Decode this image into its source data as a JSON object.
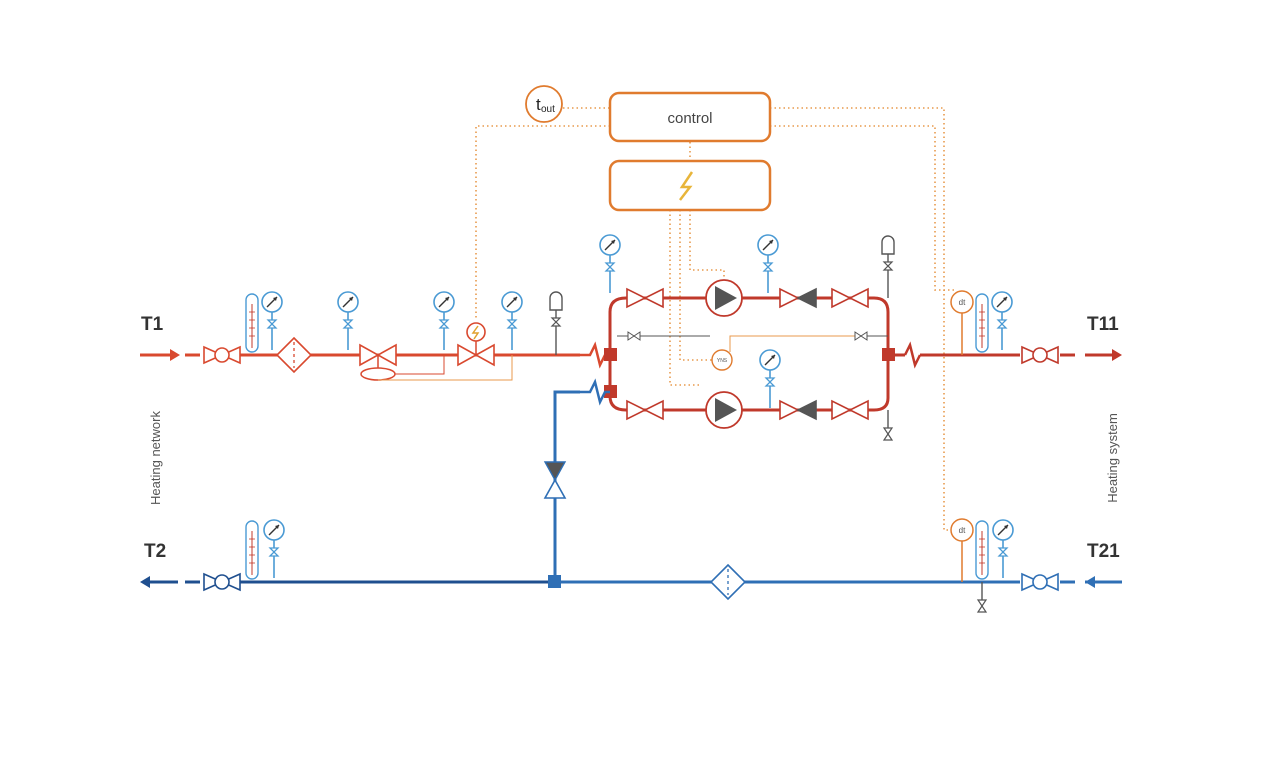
{
  "labels": {
    "t1": "T1",
    "t11": "T11",
    "t2": "T2",
    "t21": "T21",
    "network": "Heating network",
    "system": "Heating system",
    "control": "control",
    "tout_main": "t",
    "tout_sub": "out",
    "dt": "dt",
    "yns": "YNS"
  },
  "colors": {
    "supply_dark": "#c0392b",
    "supply": "#d9492f",
    "return": "#2f6fb5",
    "return_dark": "#1f4f8f",
    "control": "#e07b2e",
    "signal": "#e89a4c",
    "instrument": "#4a9ad4",
    "gray": "#555555"
  }
}
